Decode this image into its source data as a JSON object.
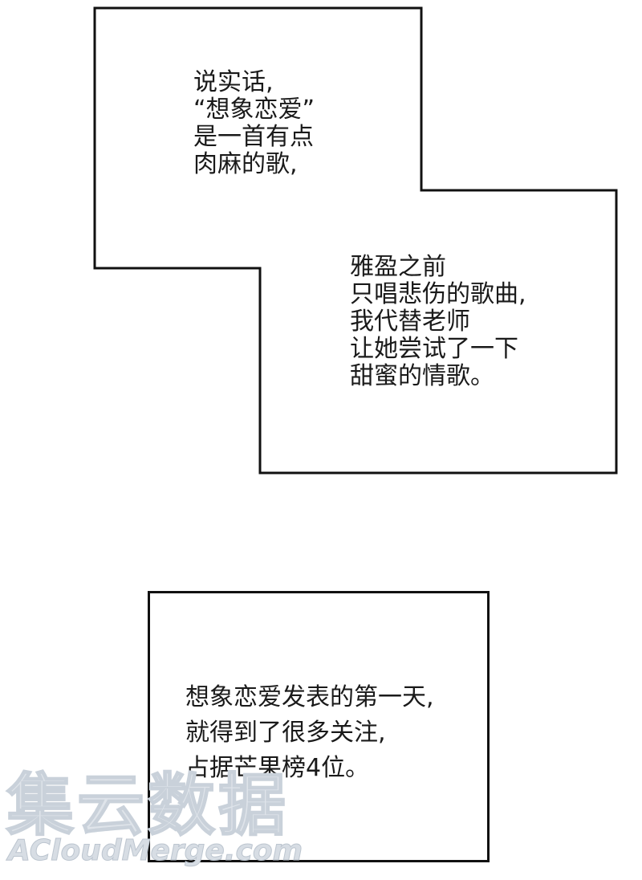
{
  "panels": {
    "top": {
      "caption_1": {
        "lines": [
          "说实话,",
          "“想象恋爱”",
          "是一首有点",
          "肉麻的歌,"
        ]
      },
      "caption_2": {
        "lines": [
          "雅盈之前",
          "只唱悲伤的歌曲,",
          "我代替老师",
          "让她尝试了一下",
          "甜蜜的情歌。"
        ]
      }
    },
    "bottom": {
      "caption_3": {
        "lines": [
          "想象恋爱发表的第一天,",
          "就得到了很多关注,",
          "占据芒果榜4位。"
        ]
      }
    }
  },
  "watermark": {
    "chinese": "集云数据",
    "english": "ACloudMerge.com"
  },
  "colors": {
    "border": "#111111",
    "text": "#1a1a1a",
    "background": "#ffffff",
    "watermark": "#dfe4ea"
  }
}
